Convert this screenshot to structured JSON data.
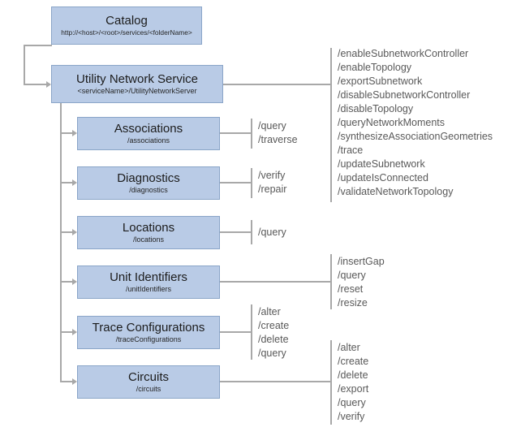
{
  "diagram": {
    "catalog": {
      "title": "Catalog",
      "subtitle": "http://<host>/<root>/services/<folderName>"
    },
    "service": {
      "title": "Utility Network Service",
      "subtitle": "<serviceName>/UtilityNetworkServer",
      "operations": [
        "/enableSubnetworkController",
        "/enableTopology",
        "/exportSubnetwork",
        "/disableSubnetworkController",
        "/disableTopology",
        "/queryNetworkMoments",
        "/synthesizeAssociationGeometries",
        "/trace",
        "/updateSubnetwork",
        "/updateIsConnected",
        "/validateNetworkTopology"
      ]
    },
    "children": [
      {
        "title": "Associations",
        "subtitle": "/associations",
        "operations": [
          "/query",
          "/traverse"
        ]
      },
      {
        "title": "Diagnostics",
        "subtitle": "/diagnostics",
        "operations": [
          "/verify",
          "/repair"
        ]
      },
      {
        "title": "Locations",
        "subtitle": "/locations",
        "operations": [
          "/query"
        ]
      },
      {
        "title": "Unit Identifiers",
        "subtitle": "/unitIdentifiers",
        "operations": [
          "/insertGap",
          "/query",
          "/reset",
          "/resize"
        ]
      },
      {
        "title": "Trace Configurations",
        "subtitle": "/traceConfigurations",
        "operations": [
          "/alter",
          "/create",
          "/delete",
          "/query"
        ]
      },
      {
        "title": "Circuits",
        "subtitle": "/circuits",
        "operations": [
          "/alter",
          "/create",
          "/delete",
          "/export",
          "/query",
          "/verify"
        ]
      }
    ],
    "colors": {
      "box_fill": "#b9cbe6",
      "box_border": "#8aa5c8",
      "connector": "#a8a8a8",
      "operation_text": "#595959"
    }
  }
}
